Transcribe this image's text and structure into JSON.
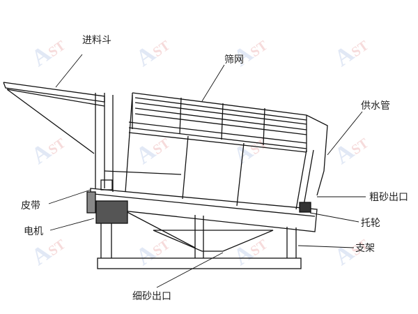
{
  "watermark": {
    "text_a": "A",
    "text_st": "ST"
  },
  "labels": {
    "hopper": "进料斗",
    "screen": "筛网",
    "water_pipe": "供水管",
    "coarse_outlet": "粗砂出口",
    "roller": "托轮",
    "support": "支架",
    "fine_outlet": "细砂出口",
    "belt": "皮带",
    "motor": "电机"
  }
}
